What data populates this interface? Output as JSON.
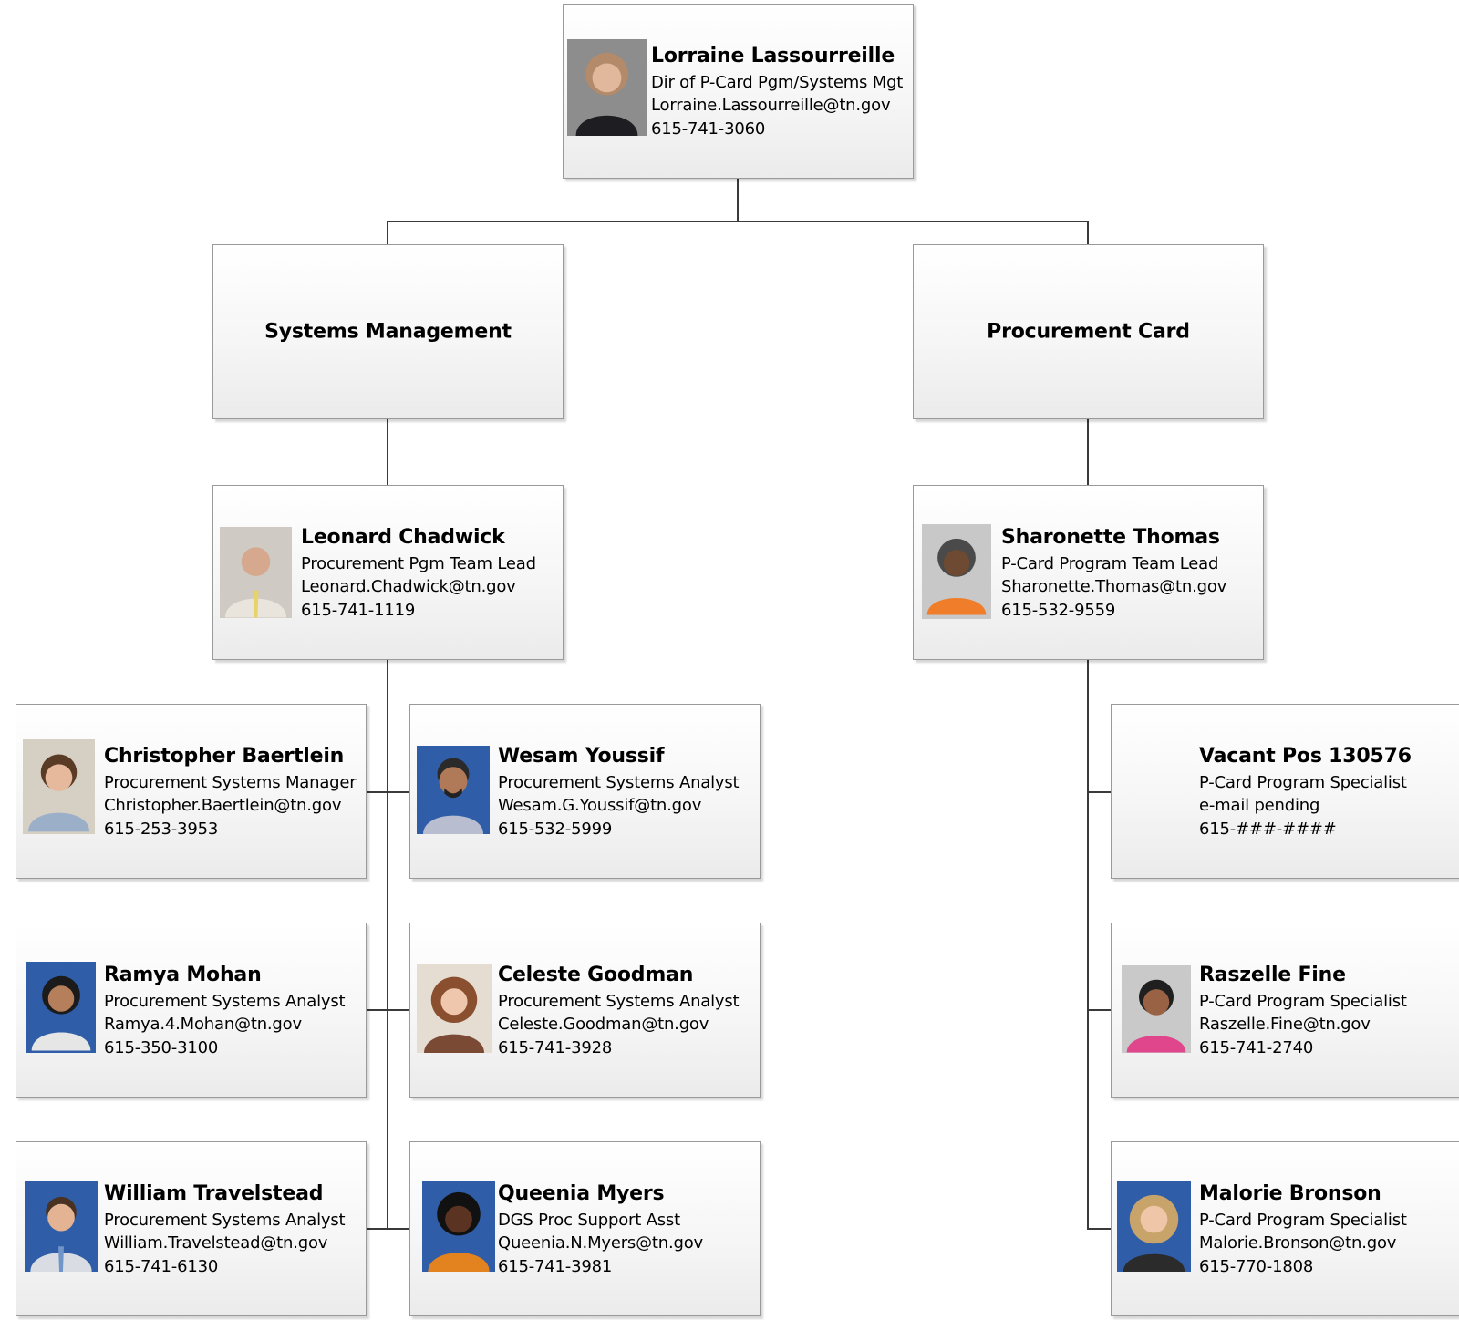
{
  "director": {
    "name": "Lorraine Lassourreille",
    "title": "Dir of P-Card Pgm/Systems Mgt",
    "email": "Lorraine.Lassourreille@tn.gov",
    "phone": "615-741-3060"
  },
  "departments": [
    {
      "label": "Systems Management"
    },
    {
      "label": "Procurement Card"
    }
  ],
  "systems_lead": {
    "name": "Leonard Chadwick",
    "title": "Procurement Pgm Team Lead",
    "email": "Leonard.Chadwick@tn.gov",
    "phone": "615-741-1119"
  },
  "pcard_lead": {
    "name": "Sharonette Thomas",
    "title": "P-Card Program Team Lead",
    "email": "Sharonette.Thomas@tn.gov",
    "phone": "615-532-9559"
  },
  "systems_staff": [
    {
      "name": "Christopher Baertlein",
      "title": "Procurement Systems Manager",
      "email": "Christopher.Baertlein@tn.gov",
      "phone": "615-253-3953"
    },
    {
      "name": "Wesam Youssif",
      "title": "Procurement Systems Analyst",
      "email": "Wesam.G.Youssif@tn.gov",
      "phone": "615-532-5999"
    },
    {
      "name": "Ramya Mohan",
      "title": "Procurement Systems Analyst",
      "email": "Ramya.4.Mohan@tn.gov",
      "phone": "615-350-3100"
    },
    {
      "name": "Celeste Goodman",
      "title": "Procurement Systems Analyst",
      "email": "Celeste.Goodman@tn.gov",
      "phone": "615-741-3928"
    },
    {
      "name": "William Travelstead",
      "title": "Procurement Systems Analyst",
      "email": "William.Travelstead@tn.gov",
      "phone": "615-741-6130"
    },
    {
      "name": "Queenia Myers",
      "title": "DGS Proc Support Asst",
      "email": "Queenia.N.Myers@tn.gov",
      "phone": "615-741-3981"
    }
  ],
  "pcard_staff": [
    {
      "name": "Vacant Pos 130576",
      "title": "P-Card Program Specialist",
      "email": "e-mail pending",
      "phone": "615-###-####"
    },
    {
      "name": "Raszelle Fine",
      "title": "P-Card Program Specialist",
      "email": "Raszelle.Fine@tn.gov",
      "phone": "615-741-2740"
    },
    {
      "name": "Malorie Bronson",
      "title": "P-Card Program Specialist",
      "email": "Malorie.Bronson@tn.gov",
      "phone": "615-770-1808"
    }
  ],
  "colors": {
    "connector": "#3a3a3a",
    "box_border": "#9a9a9a",
    "photo_bg_blue": "#2f5da8",
    "photo_bg_gray": "#b7bcc4"
  }
}
